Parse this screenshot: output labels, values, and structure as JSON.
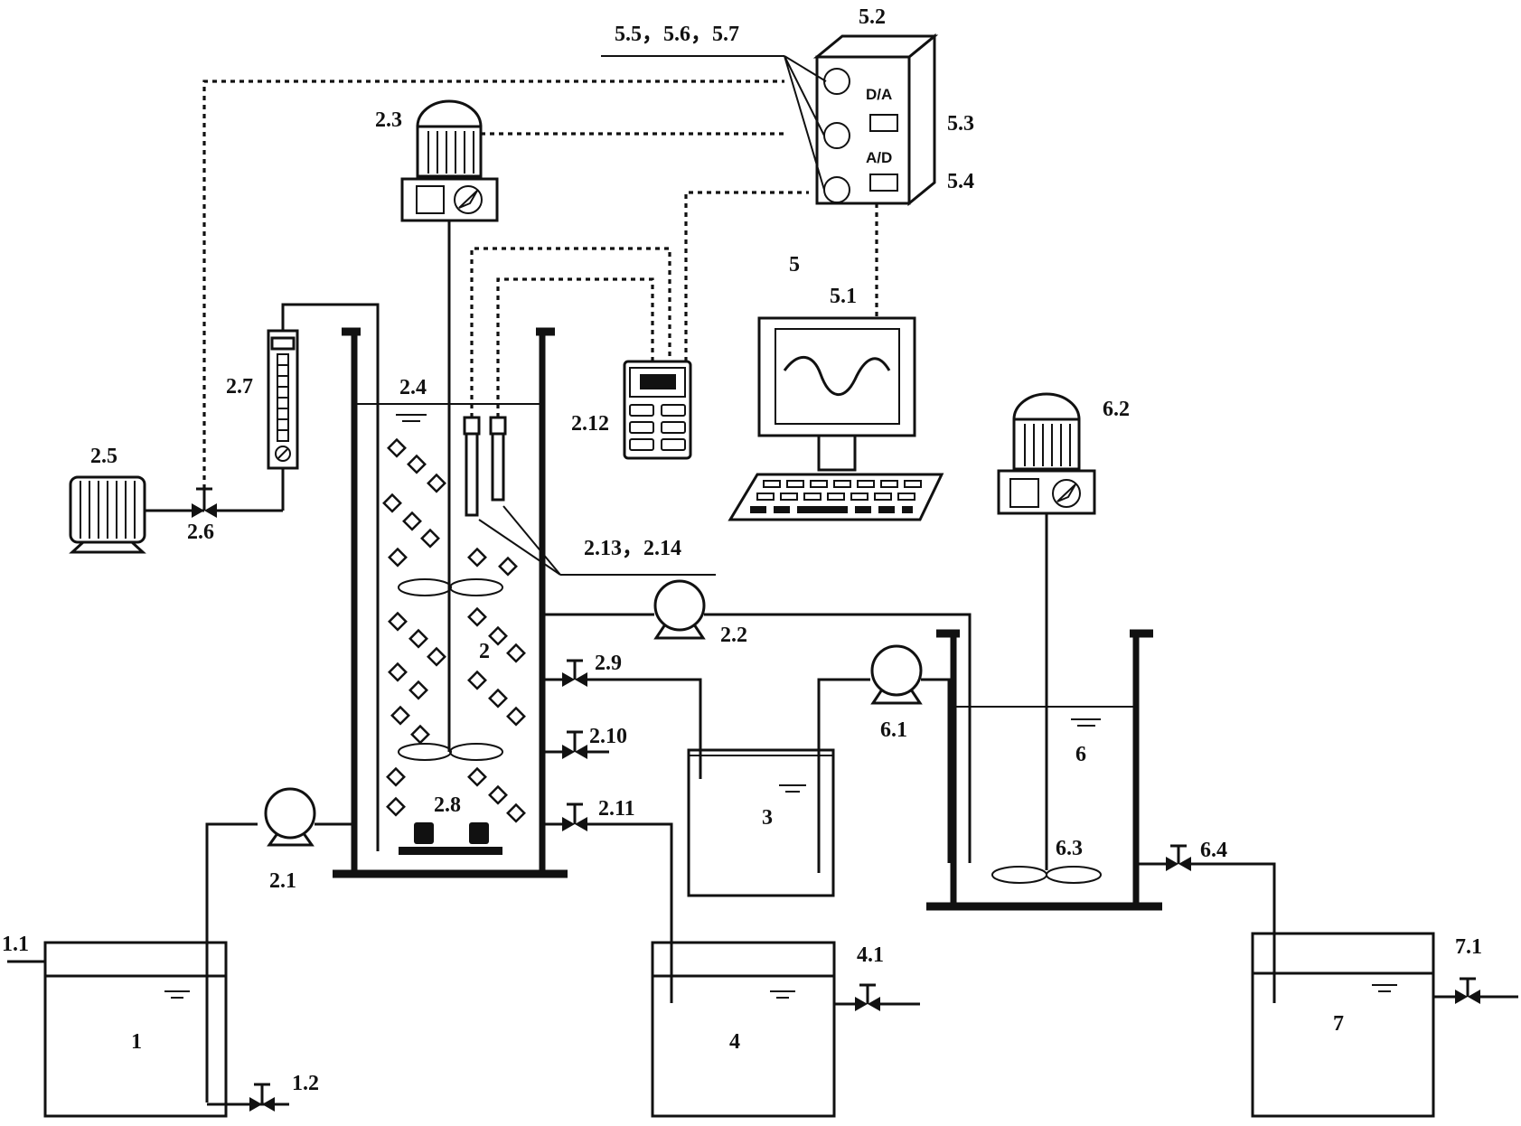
{
  "labels": {
    "tank1": "1",
    "tank1_inlet": "1.1",
    "tank1_valve": "1.2",
    "reactor": "2",
    "pump_2_1": "2.1",
    "pump_2_2": "2.2",
    "stirrer_motor_2_3": "2.3",
    "water_level_2_4": "2.4",
    "air_pump_2_5": "2.5",
    "air_valve_2_6": "2.6",
    "flowmeter_2_7": "2.7",
    "aerator_2_8": "2.8",
    "valve_2_9": "2.9",
    "valve_2_10": "2.10",
    "valve_2_11": "2.11",
    "meter_2_12": "2.12",
    "probes_2_13_2_14": "2.13，2.14",
    "tank3": "3",
    "tank4": "4",
    "tank4_valve": "4.1",
    "control_system": "5",
    "computer_5_1": "5.1",
    "controller_5_2": "5.2",
    "da_converter_5_3": "5.3",
    "ad_converter_5_4": "5.4",
    "ports_5_5_5_6_5_7": "5.5，5.6，5.7",
    "da_text": "D/A",
    "ad_text": "A/D",
    "tank6": "6",
    "pump_6_1": "6.1",
    "stirrer_motor_6_2": "6.2",
    "impeller_6_3": "6.3",
    "valve_6_4": "6.4",
    "tank7": "7",
    "tank7_valve": "7.1"
  }
}
